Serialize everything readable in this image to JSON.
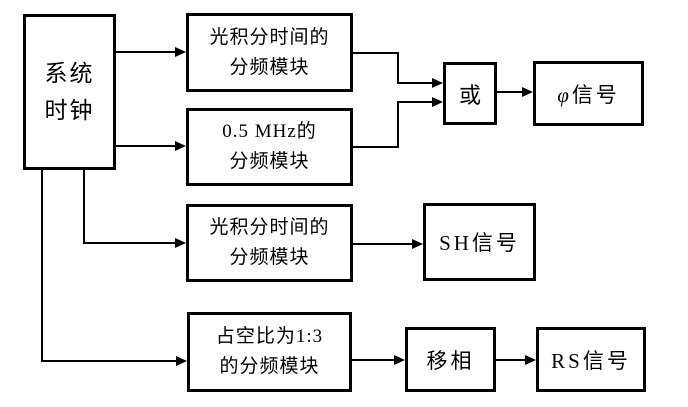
{
  "diagram": {
    "title": "clock-signal-generation-block-diagram",
    "background_color": "#ffffff",
    "line_color": "#000000",
    "nodes": {
      "system_clock": {
        "line1": "系统",
        "line2": "时钟"
      },
      "optical_divider1": {
        "line1": "光积分时间的",
        "line2": "分频模块"
      },
      "mhz_divider": {
        "line1": "0.5 MHz的",
        "line2": "分频模块"
      },
      "or_gate": {
        "label": "或"
      },
      "phi_signal": {
        "symbol": "φ",
        "suffix": "信号"
      },
      "optical_divider2": {
        "line1": "光积分时间的",
        "line2": "分频模块"
      },
      "sh_signal": {
        "label": "SH信号"
      },
      "duty_divider": {
        "line1": "占空比为1:3",
        "line2": "的分频模块"
      },
      "phase_shift": {
        "label": "移相"
      },
      "rs_signal": {
        "label": "RS信号"
      }
    }
  }
}
